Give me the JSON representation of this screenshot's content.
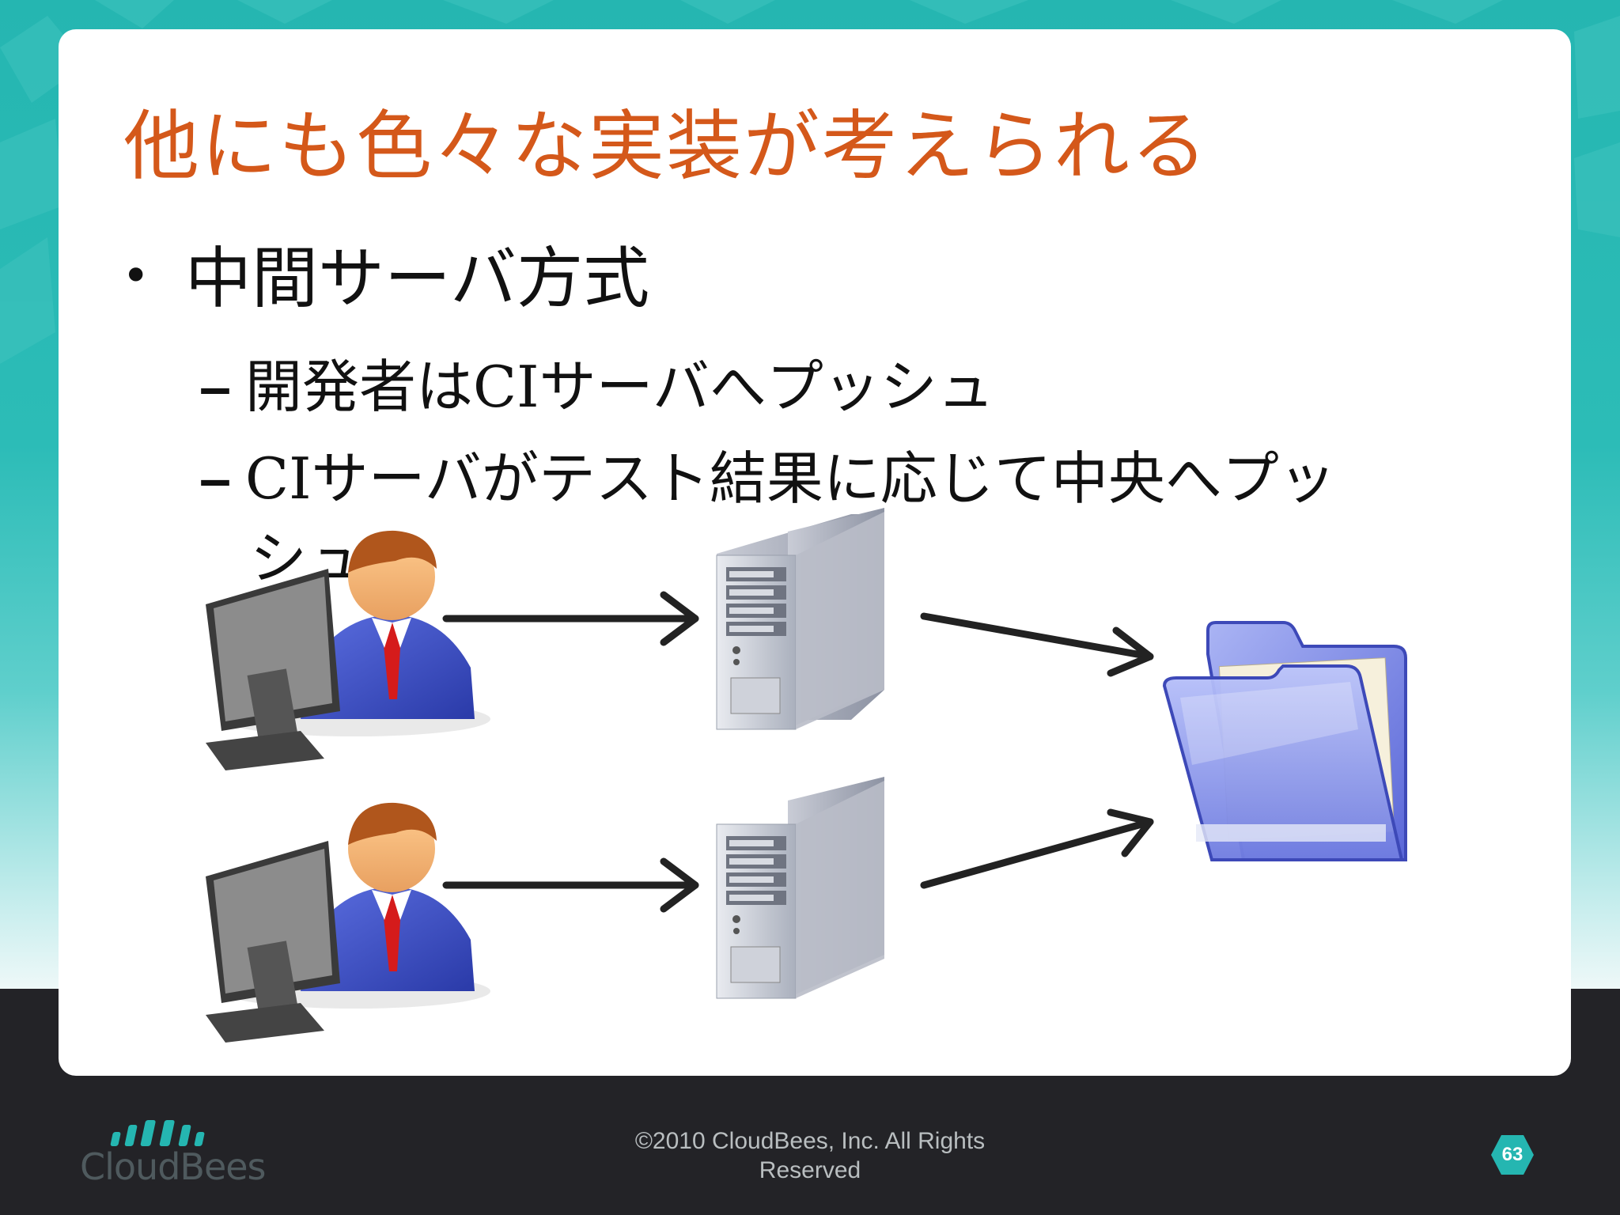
{
  "slide": {
    "title": "他にも色々な実装が考えられる",
    "bullet": "中間サーバ方式",
    "bullet_marker": "•",
    "sub_marker": "–",
    "sub_items": [
      "開発者はCIサーバへプッシュ",
      "CIサーバがテスト結果に応じて中央へプッ",
      "シュ"
    ],
    "page_number": "63"
  },
  "footer": {
    "logo_text": "CloudBees",
    "copyright_line1": "©2010 CloudBees, Inc. All Rights",
    "copyright_line2": "Reserved"
  },
  "colors": {
    "title": "#d4581a",
    "accent": "#2cbcb7",
    "footer_bg": "#232327"
  },
  "icons": [
    "developer-at-computer-icon",
    "server-tower-icon",
    "arrow-right-icon",
    "open-folder-icon",
    "cloudbees-logo-icon"
  ]
}
